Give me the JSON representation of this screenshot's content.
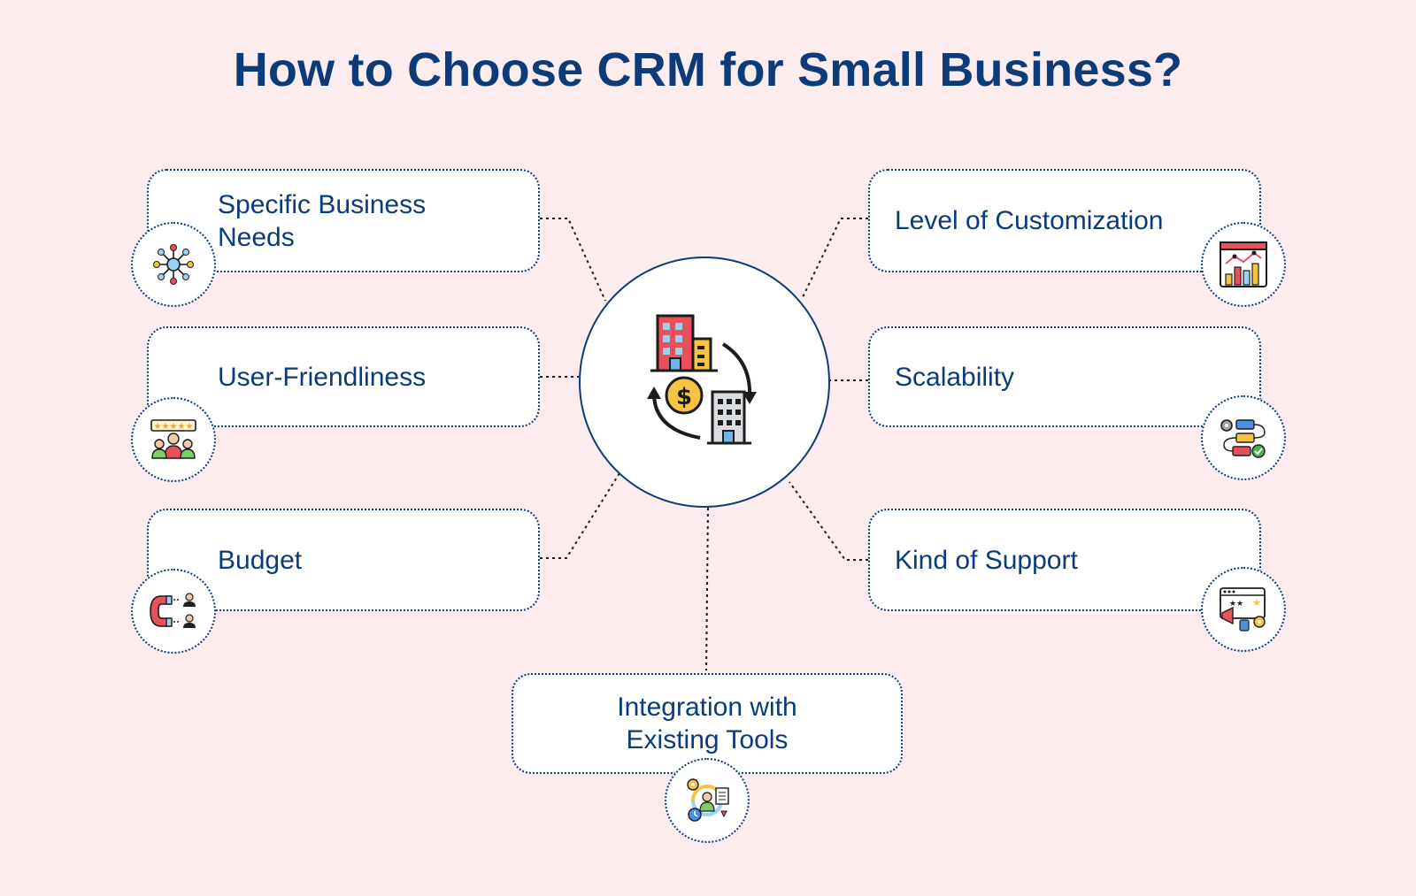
{
  "title": "How to Choose CRM for Small Business?",
  "colors": {
    "background": "#fdecee",
    "primary": "#0b3c79",
    "card": "#ffffff"
  },
  "hub": {
    "icon": "crm-buildings-exchange-icon"
  },
  "factors": [
    {
      "id": "specific-business-needs",
      "label": "Specific Business\nNeeds",
      "icon": "network-user-icon"
    },
    {
      "id": "user-friendliness",
      "label": "User-Friendliness",
      "icon": "user-rating-icon"
    },
    {
      "id": "budget",
      "label": "Budget",
      "icon": "magnet-customers-icon"
    },
    {
      "id": "level-of-customization",
      "label": "Level of Customization",
      "icon": "analytics-chart-icon"
    },
    {
      "id": "scalability",
      "label": "Scalability",
      "icon": "workflow-settings-icon"
    },
    {
      "id": "kind-of-support",
      "label": "Kind of Support",
      "icon": "support-feedback-icon"
    },
    {
      "id": "integration",
      "label": "Integration with\nExisting Tools",
      "icon": "integration-tools-icon"
    }
  ]
}
